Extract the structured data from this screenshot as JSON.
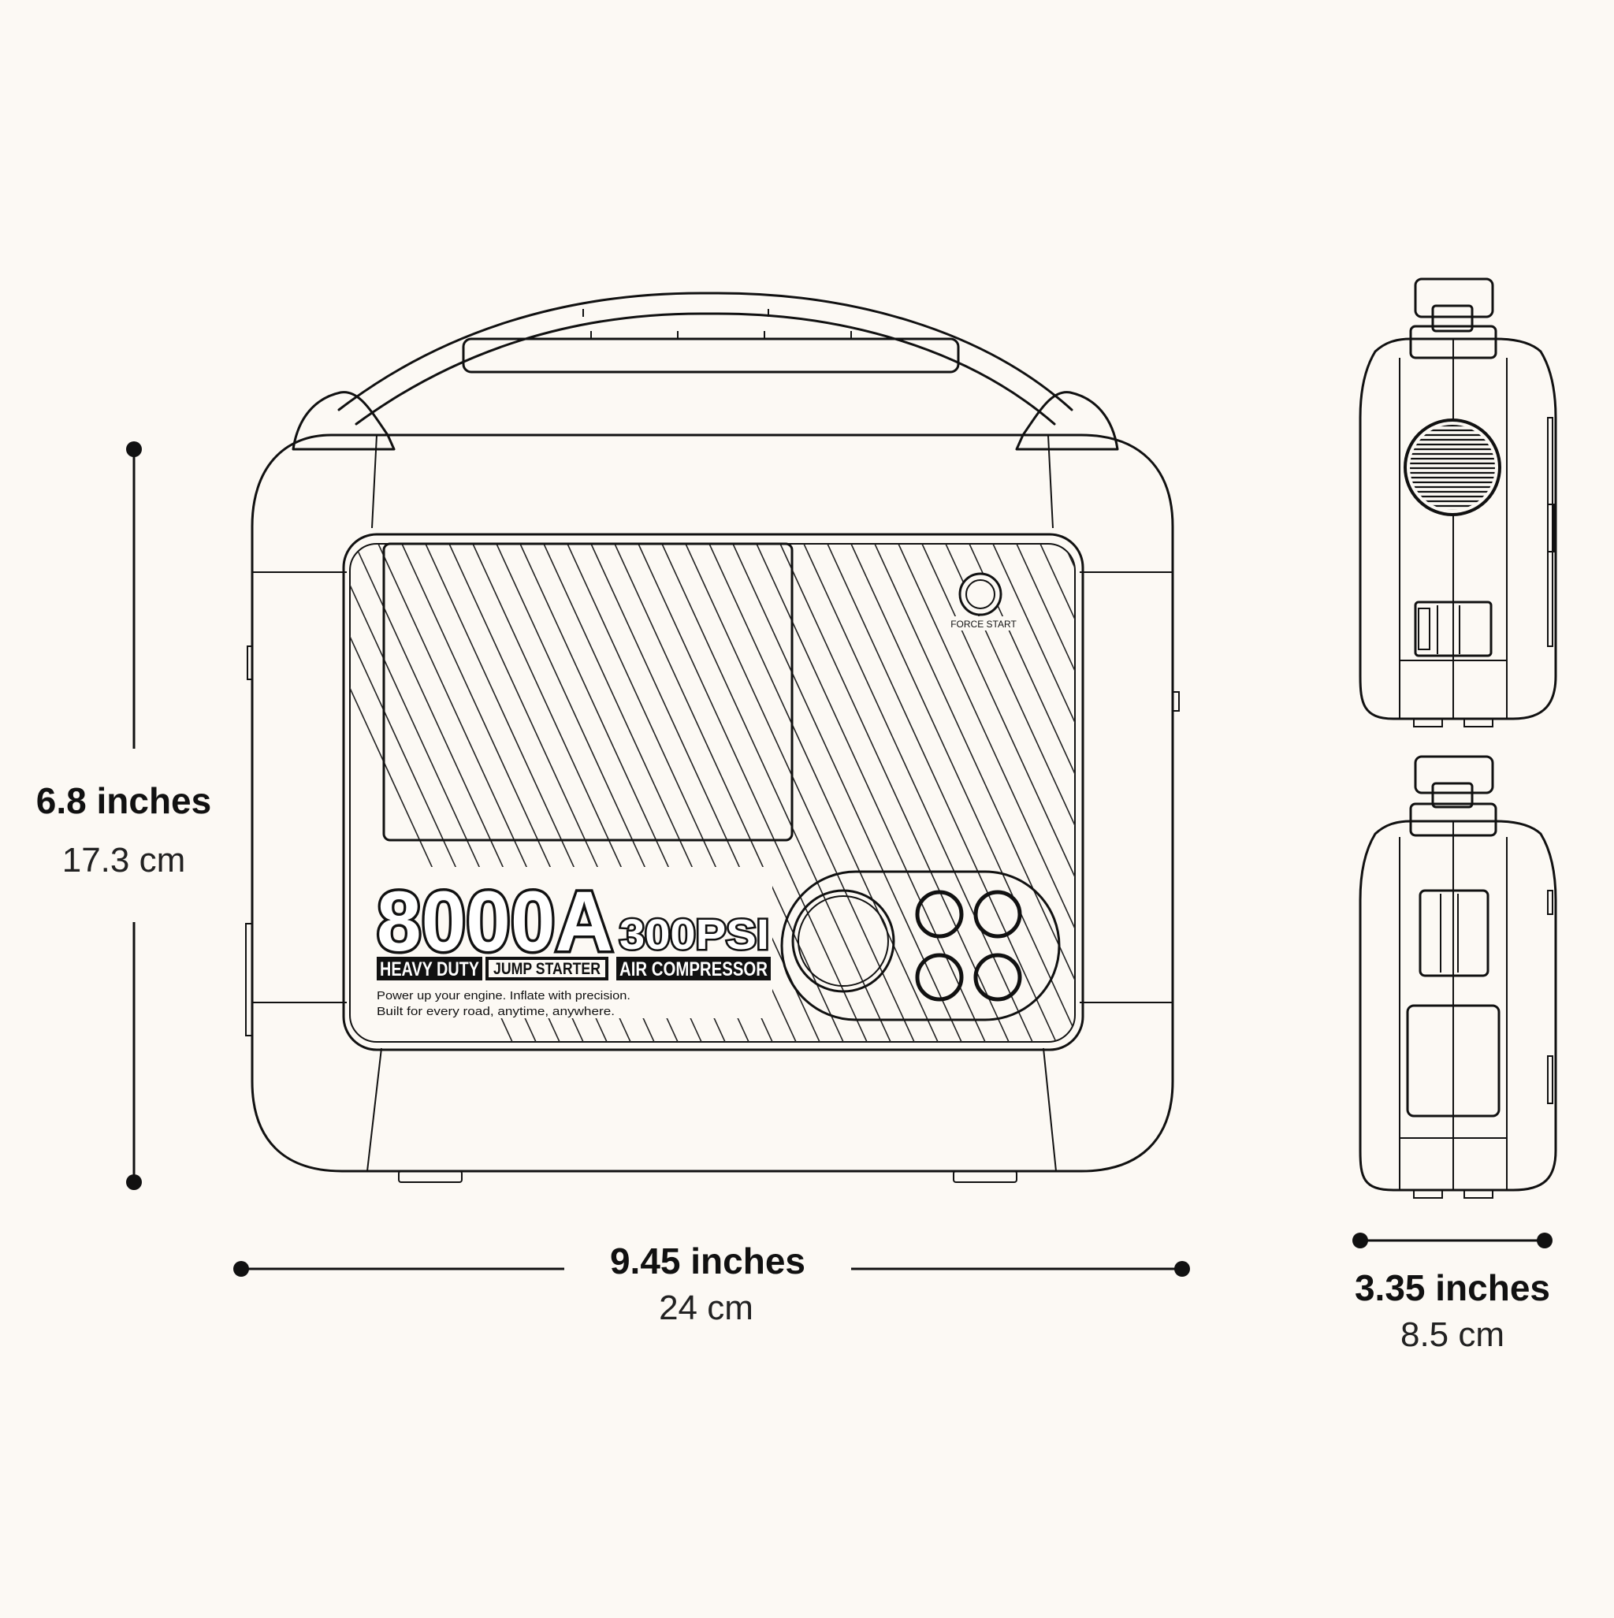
{
  "dimensions": {
    "height": {
      "imperial": "6.8 inches",
      "metric": "17.3 cm"
    },
    "width": {
      "imperial": "9.45 inches",
      "metric": "24 cm"
    },
    "depth": {
      "imperial": "3.35 inches",
      "metric": "8.5 cm"
    }
  },
  "product": {
    "amps": "8000A",
    "psi": "300PSI",
    "tag_heavy_duty": "HEAVY DUTY",
    "tag_jump_starter": "JUMP STARTER",
    "tag_air_compressor": "AIR COMPRESSOR",
    "tagline_1": "Power up your engine. Inflate with precision.",
    "tagline_2": "Built for every road, anytime, anywhere.",
    "force_start_label": "FORCE START"
  },
  "colors": {
    "background": "#fcf9f4",
    "line": "#111111"
  }
}
